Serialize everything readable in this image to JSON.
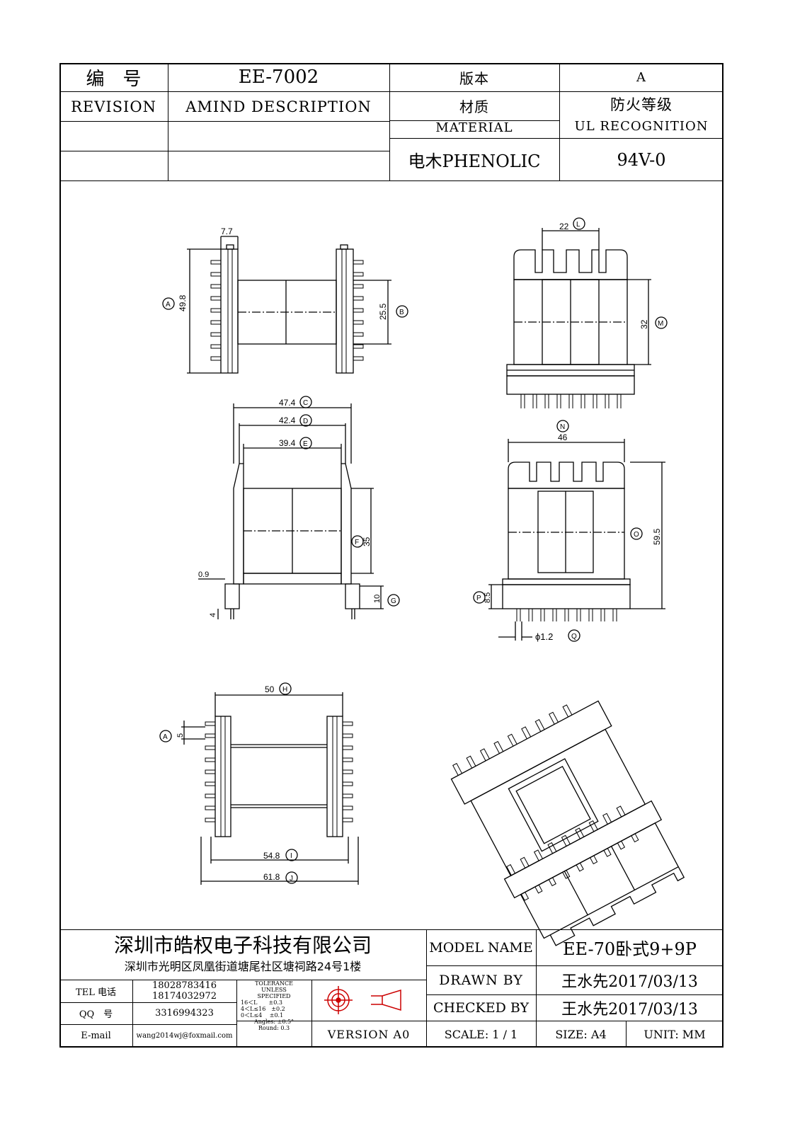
{
  "header": {
    "number_label": "编　号",
    "number_value": "EE-7002",
    "version_label": "版本",
    "version_value": "A",
    "revision_label": "REVISION",
    "amend_label": "AMIND DESCRIPTION",
    "material_cn": "材质",
    "material_en": "MATERIAL",
    "ul_cn": "防火等级",
    "ul_en": "UL RECOGNITION",
    "material_value": "电木PHENOLIC",
    "ul_value": "94V-0"
  },
  "dims": {
    "d77": "7.7",
    "d498": "49.8",
    "dA": "A",
    "d255": "25.5",
    "dB": "B",
    "d22": "22",
    "dL": "L",
    "d32": "32",
    "dM": "M",
    "d474": "47.4",
    "dC": "C",
    "d424": "42.4",
    "dD": "D",
    "d394": "39.4",
    "dE": "E",
    "d35": "35",
    "dF": "F",
    "d09": "0.9",
    "d4": "4",
    "d10": "10",
    "dG": "G",
    "d46": "46",
    "dN": "N",
    "d595": "59.5",
    "dO": "O",
    "d85": "8.5",
    "dP": "P",
    "d12": "ϕ1.2",
    "dQ": "Q",
    "d50": "50",
    "dH": "H",
    "d5": "5",
    "dA2": "A",
    "d548": "54.8",
    "dI": "I",
    "d618": "61.8",
    "dJ": "J"
  },
  "title_block": {
    "company": "深圳市皓权电子科技有限公司",
    "address": "深圳市光明区凤凰街道塘尾社区塘祠路24号1楼",
    "tel_label": "TEL 电话",
    "tel_1": "18028783416",
    "tel_2": "18174032972",
    "qq_label": "QQ　号",
    "qq_value": "3316994323",
    "email_label": "E-mail",
    "email_value": "wang2014wj@foxmail.com",
    "tolerance": [
      "TOLERANCE",
      "UNLESS",
      "SPECIFIED",
      "16＜L　　±0.3",
      "4＜L≤16　±0.2",
      "0＜L≤4　 ±0.1",
      "Angles: ±0.5°",
      "Round: 0.3"
    ],
    "version": "VERSION A0",
    "model_label": "MODEL NAME",
    "model_value": "EE-70卧式9+9P",
    "drawn_label": "DRAWN BY",
    "drawn_value": "王水先2017/03/13",
    "checked_label": "CHECKED BY",
    "checked_value": "王水先2017/03/13",
    "scale": "SCALE: 1 / 1",
    "size": "SIZE: A4",
    "unit": "UNIT: MM"
  }
}
